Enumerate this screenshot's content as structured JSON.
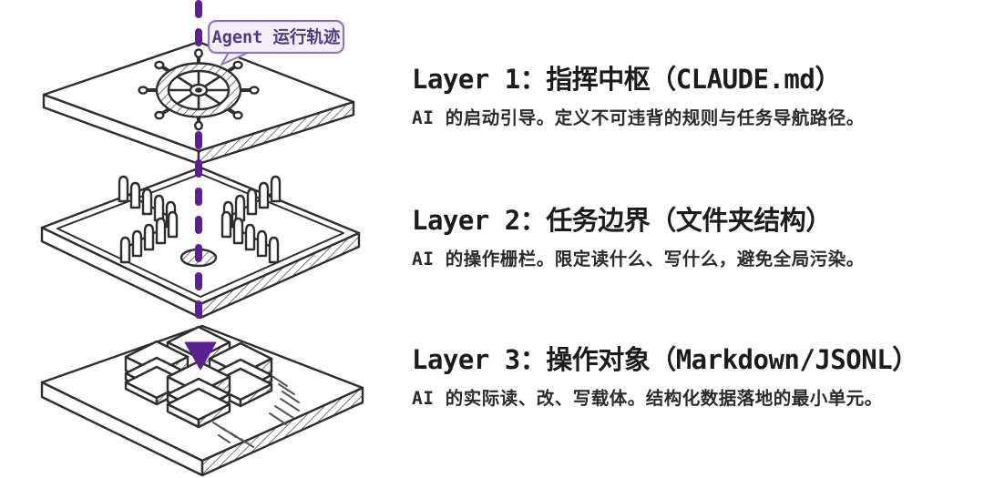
{
  "callout": {
    "label": "Agent 运行轨迹"
  },
  "layers": [
    {
      "id": "layer-1",
      "icon": "ship-wheel-icon",
      "title": "Layer 1：指挥中枢（CLAUDE.md）",
      "description": "AI 的启动引导。定义不可违背的规则与任务导航路径。"
    },
    {
      "id": "layer-2",
      "icon": "fence-icon",
      "title": "Layer 2：任务边界（文件夹结构）",
      "description": "AI 的操作栅栏。限定读什么、写什么，避免全局污染。"
    },
    {
      "id": "layer-3",
      "icon": "blocks-icon",
      "title": "Layer 3：操作对象（Markdown/JSONL）",
      "description": "AI 的实际读、改、写载体。结构化数据落地的最小单元。"
    }
  ],
  "colors": {
    "background": "#ffffff",
    "line_art": "#2e2e2e",
    "arrow": "#5b2092",
    "callout_fill": "#f4eefa",
    "callout_border": "#8f77b5",
    "callout_text": "#4e3c85",
    "title_text": "#1c1c1c",
    "description_text": "#2b2b2b"
  }
}
